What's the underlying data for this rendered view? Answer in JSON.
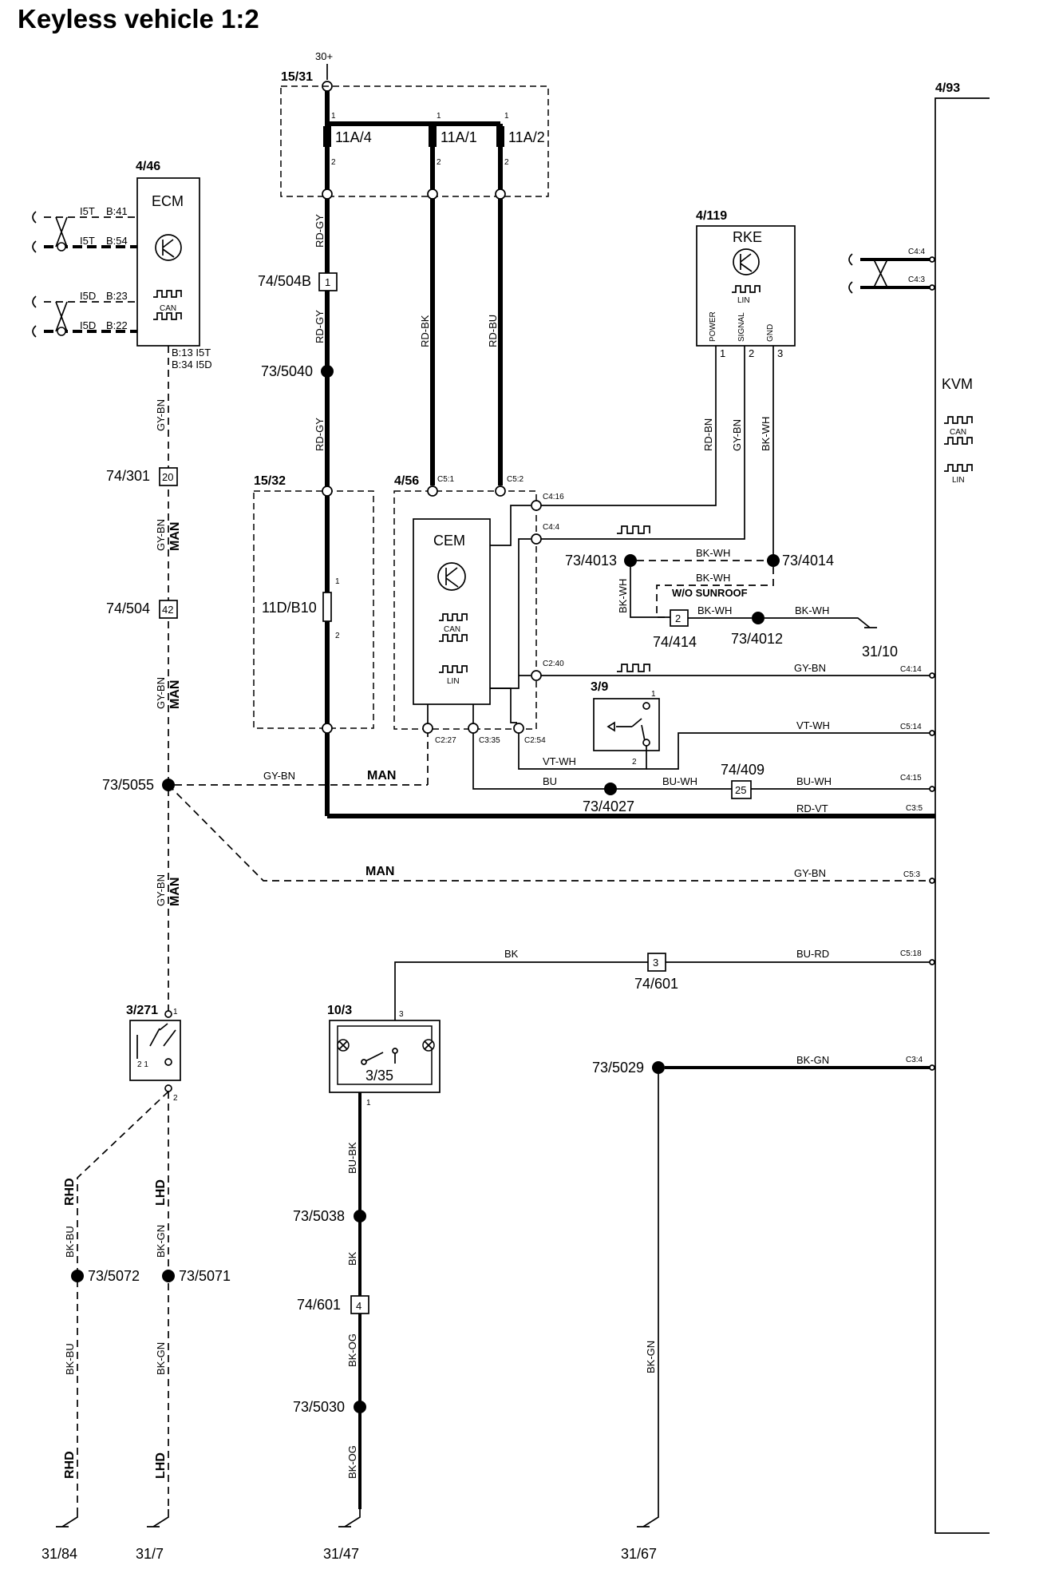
{
  "title": "Keyless vehicle 1:2",
  "supply": "30+",
  "fusebox_a": {
    "id": "15/31",
    "fuses": [
      "11A/4",
      "11A/1",
      "11A/2"
    ],
    "pin_top": "1",
    "pin_bottom": "2"
  },
  "fusebox_b": {
    "id": "15/32",
    "fuse": "11D/B10",
    "pin_top": "1",
    "pin_bottom": "2"
  },
  "ecm": {
    "id": "4/46",
    "name": "ECM",
    "can": "CAN",
    "pins": [
      {
        "sig": "I5T",
        "pin": "B:41"
      },
      {
        "sig": "I5T",
        "pin": "B:54"
      },
      {
        "sig": "I5D",
        "pin": "B:23"
      },
      {
        "sig": "I5D",
        "pin": "B:22"
      }
    ],
    "bottom_pins": [
      "B:13 I5T",
      "B:34 I5D"
    ]
  },
  "rke": {
    "id": "4/119",
    "name": "RKE",
    "lin": "LIN",
    "pin_names": [
      "POWER",
      "SIGNAL",
      "GND"
    ],
    "pin_nums": [
      "1",
      "2",
      "3"
    ]
  },
  "cem": {
    "id": "4/56",
    "name": "CEM",
    "can": "CAN",
    "lin": "LIN",
    "connectors": [
      "C5:1",
      "C5:2",
      "C4:16",
      "C4:4",
      "C2:40",
      "C2:27",
      "C3:35",
      "C2:54"
    ]
  },
  "kvm": {
    "id": "4/93",
    "name": "KVM",
    "can": "CAN",
    "lin": "LIN",
    "connectors": [
      "C4:4",
      "C4:3",
      "C4:14",
      "C5:14",
      "C4:15",
      "C3:5",
      "C5:3",
      "C5:18",
      "C3:4"
    ]
  },
  "switch_39": {
    "id": "3/9",
    "pin1": "1",
    "pin2": "2"
  },
  "switch_3271": {
    "id": "3/271",
    "pin1": "1",
    "pin2": "2",
    "inner": "2 1"
  },
  "lamp_103": {
    "id": "10/3",
    "sub": "3/35",
    "pin3": "3",
    "pin1": "1"
  },
  "connectors": {
    "c504b": {
      "id": "74/504B",
      "pin": "1"
    },
    "c301": {
      "id": "74/301",
      "pin": "20"
    },
    "c504": {
      "id": "74/504",
      "pin": "42"
    },
    "c414": {
      "id": "74/414",
      "pin": "2"
    },
    "c409": {
      "id": "74/409",
      "pin": "25"
    },
    "c601a": {
      "id": "74/601",
      "pin": "3"
    },
    "c601b": {
      "id": "74/601",
      "pin": "4"
    }
  },
  "splices": {
    "s5040": "73/5040",
    "s4013": "73/4013",
    "s4014": "73/4014",
    "s4012": "73/4012",
    "s5055": "73/5055",
    "s4027": "73/4027",
    "s5029": "73/5029",
    "s5038": "73/5038",
    "s5030": "73/5030",
    "s5072": "73/5072",
    "s5071": "73/5071"
  },
  "grounds": {
    "g3110": "31/10",
    "g3184": "31/84",
    "g317": "31/7",
    "g3147": "31/47",
    "g3167": "31/67"
  },
  "wire_colors": {
    "rdgy": "RD-GY",
    "rdbk": "RD-BK",
    "rdbu": "RD-BU",
    "gybn": "GY-BN",
    "rdbn": "RD-BN",
    "bkwh": "BK-WH",
    "vtwh": "VT-WH",
    "bu": "BU",
    "buwh": "BU-WH",
    "rdvt": "RD-VT",
    "bk": "BK",
    "burd": "BU-RD",
    "bkgn": "BK-GN",
    "bubk": "BU-BK",
    "bkog": "BK-OG",
    "bkbu": "BK-BU"
  },
  "variants": {
    "man": "MAN",
    "rhd": "RHD",
    "lhd": "LHD",
    "wo_sunroof": "W/O SUNROOF"
  }
}
